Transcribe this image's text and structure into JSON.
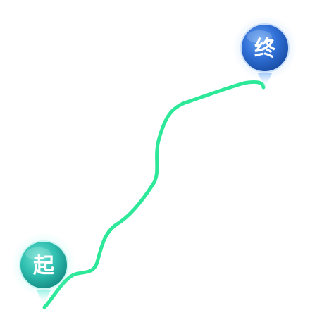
{
  "route": {
    "line_color": "#2ee89a",
    "start_marker": {
      "label": "起",
      "color": "#2fbfb0",
      "role": "start"
    },
    "end_marker": {
      "label": "终",
      "color": "#2f6fd6",
      "role": "end"
    }
  }
}
